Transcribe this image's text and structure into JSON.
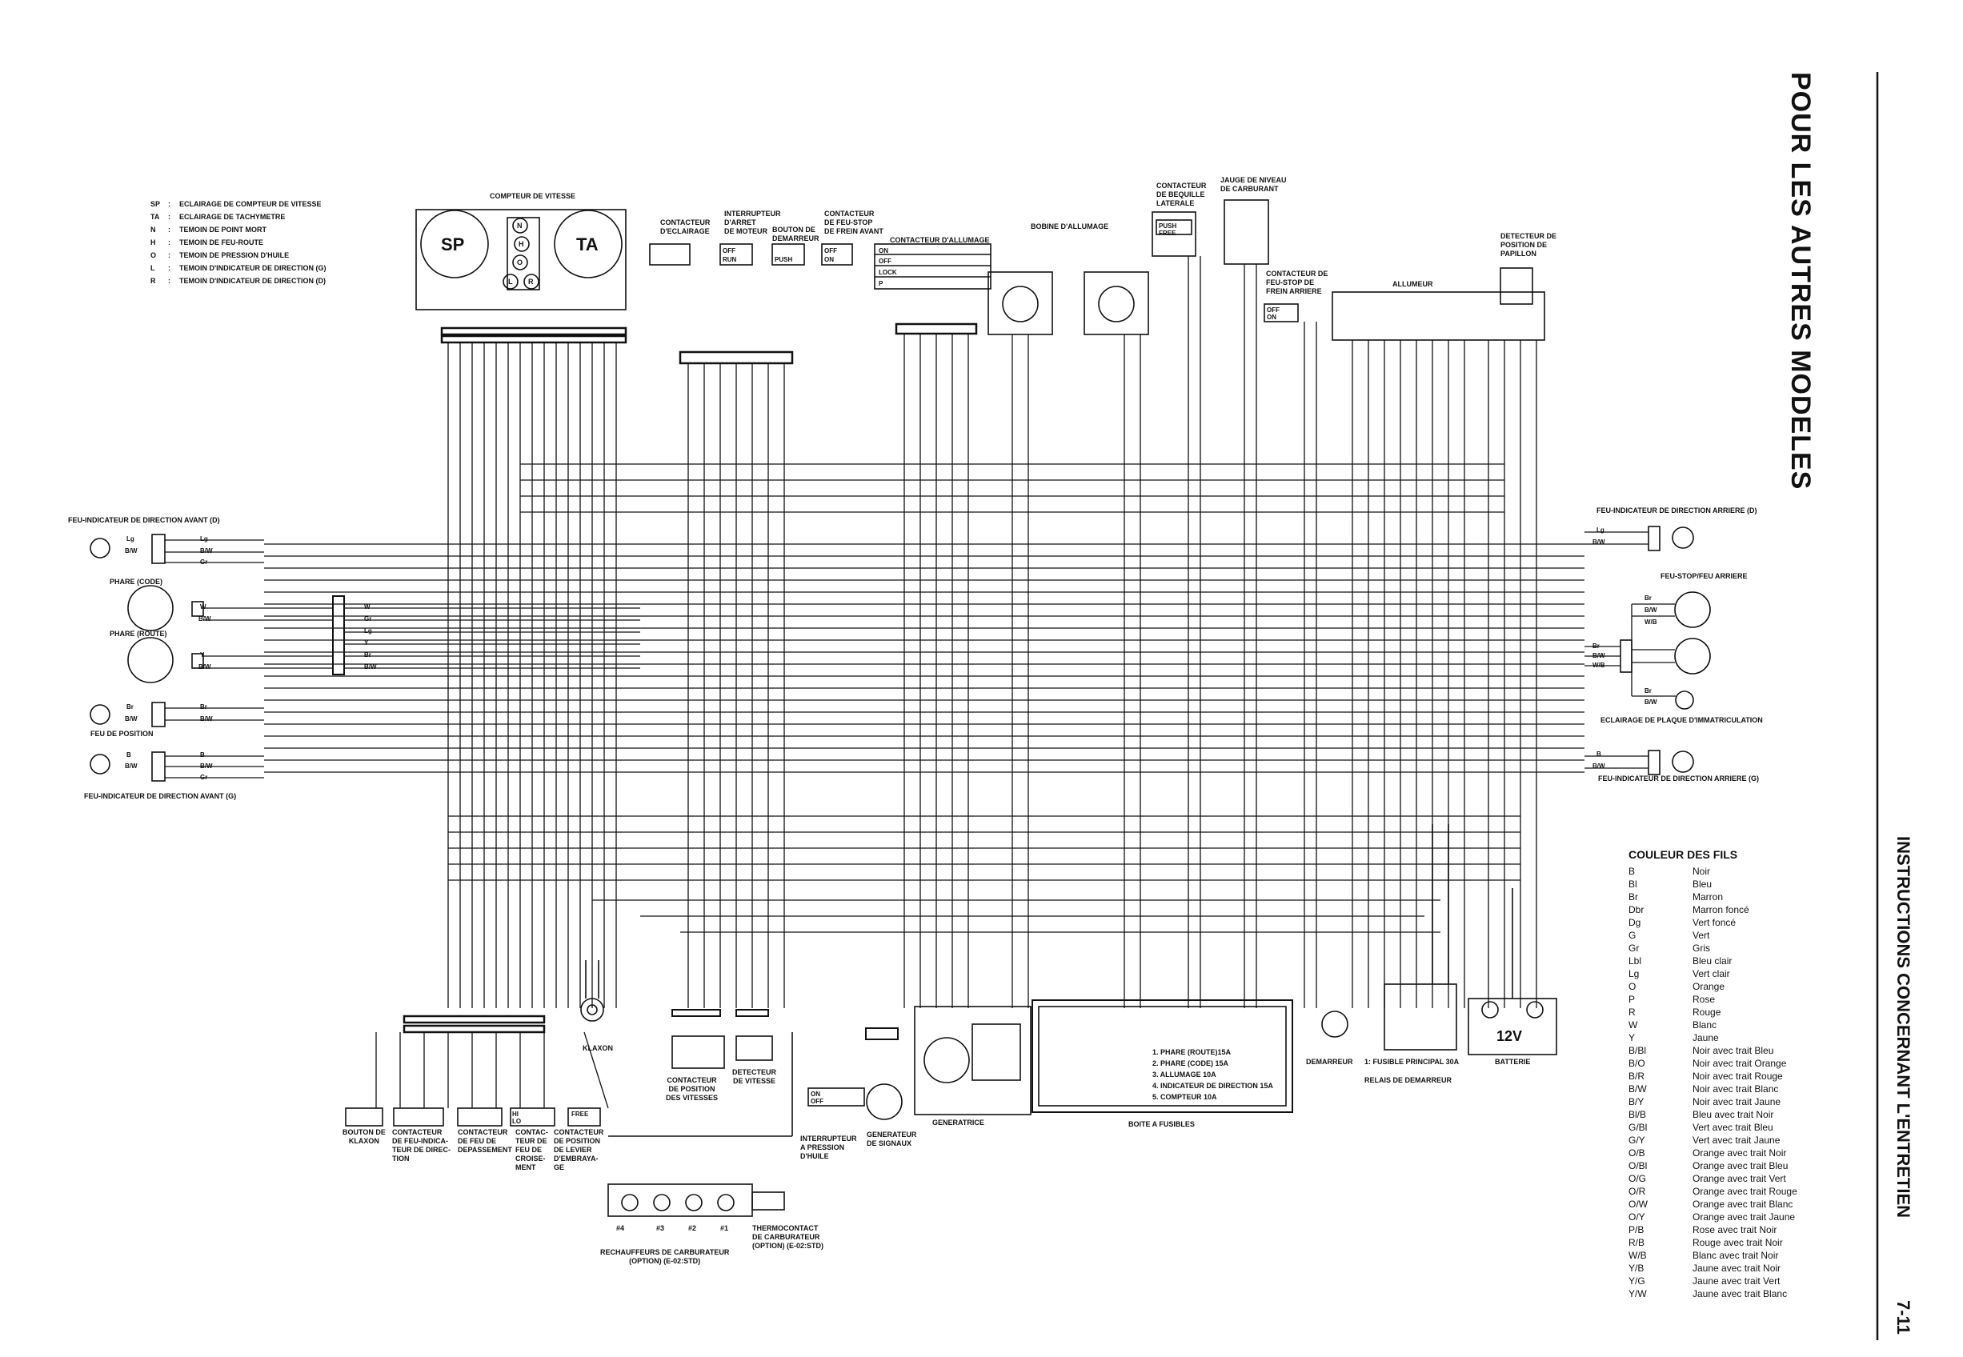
{
  "page_title": "POUR LES AUTRES MODELES",
  "side_title": "INSTRUCTIONS CONCERNANT L'ENTRETIEN",
  "page_number": "7-11",
  "abbrev_legend": [
    {
      "code": "SP",
      "sep": ":",
      "text": "ECLAIRAGE DE COMPTEUR DE VITESSE"
    },
    {
      "code": "TA",
      "sep": ":",
      "text": "ECLAIRAGE DE TACHYMETRE"
    },
    {
      "code": "N",
      "sep": ":",
      "text": "TEMOIN DE POINT MORT"
    },
    {
      "code": "H",
      "sep": ":",
      "text": "TEMOIN DE FEU-ROUTE"
    },
    {
      "code": "O",
      "sep": ":",
      "text": "TEMOIN DE PRESSION D'HUILE"
    },
    {
      "code": "L",
      "sep": ":",
      "text": "TEMOIN D'INDICATEUR DE DIRECTION (G)"
    },
    {
      "code": "R",
      "sep": ":",
      "text": "TEMOIN D'INDICATEUR DE DIRECTION (D)"
    }
  ],
  "components": {
    "meter": "COMPTEUR DE VITESSE",
    "sp": "SP",
    "ta": "TA",
    "lamp_n": "N",
    "lamp_h": "H",
    "lamp_o": "O",
    "lamp_l": "L",
    "lamp_r": "R",
    "contacteur_eclairage": "CONTACTEUR\nD'ECLAIRAGE",
    "interrupteur_arret": "INTERRUPTEUR\nD'ARRET\nDE MOTEUR",
    "bouton_demarreur": "BOUTON DE\nDEMARREUR",
    "contacteur_feu_stop_avant": "CONTACTEUR\nDE FEU-STOP\nDE FREIN AVANT",
    "contacteur_allumage": "CONTACTEUR D'ALLUMAGE",
    "bobine_allumage": "BOBINE D'ALLUMAGE",
    "contacteur_bequille": "CONTACTEUR\nDE BEQUILLE\nLATERALE",
    "jauge_carburant": "JAUGE DE NIVEAU\nDE CARBURANT",
    "contacteur_feu_stop_arriere": "CONTACTEUR DE\nFEU-STOP DE\nFREIN ARRIERE",
    "allumeur": "ALLUMEUR",
    "detecteur_papillon": "DETECTEUR DE\nPOSITION DE\nPAPILLON",
    "feu_ind_avant_d": "FEU-INDICATEUR DE DIRECTION AVANT (D)",
    "phare_code": "PHARE (CODE)",
    "phare_route": "PHARE (ROUTE)",
    "feu_position": "FEU DE POSITION",
    "feu_ind_avant_g": "FEU-INDICATEUR DE DIRECTION AVANT (G)",
    "feu_ind_arriere_d": "FEU-INDICATEUR DE DIRECTION ARRIERE (D)",
    "feu_stop_arriere": "FEU-STOP/FEU ARRIERE",
    "eclairage_plaque": "ECLAIRAGE DE PLAQUE D'IMMATRICULATION",
    "feu_ind_arriere_g": "FEU-INDICATEUR DE DIRECTION ARRIERE (G)",
    "klaxon": "KLAXON",
    "contacteur_position_vitesses": "CONTACTEUR\nDE POSITION\nDES VITESSES",
    "detecteur_vitesse": "DETECTEUR\nDE VITESSE",
    "interrupteur_pression_huile": "INTERRUPTEUR\nA PRESSION\nD'HUILE",
    "generateur_signaux": "GENERATEUR\nDE SIGNAUX",
    "generatrice": "GENERATRICE",
    "boite_fusibles": "BOITE A FUSIBLES",
    "fuses": [
      "1. PHARE (ROUTE)15A",
      "2. PHARE (CODE) 15A",
      "3. ALLUMAGE    10A",
      "4. INDICATEUR DE DIRECTION 15A",
      "5. COMPTEUR    10A"
    ],
    "demarreur": "DEMARREUR",
    "fusible_principal": "1: FUSIBLE PRINCIPAL 30A",
    "relais_demarreur": "RELAIS DE DEMARREUR",
    "batterie": "BATTERIE",
    "battery_voltage": "12V",
    "bouton_klaxon": "BOUTON DE\nKLAXON",
    "contacteur_feu_indicateur": "CONTACTEUR\nDE FEU-INDICA-\nTEUR DE DIREC-\nTION",
    "contacteur_depassement": "CONTACTEUR\nDE FEU DE\nDEPASSEMENT",
    "contacteur_croisement": "CONTAC-\nTEUR DE\nFEU DE\nCROISE-\nMENT",
    "contacteur_embrayage": "CONTACTEUR\nDE POSITION\nDE LEVIER\nD'EMBRAYA-\nGE",
    "rechauffeurs": "RECHAUFFEURS DE CARBURATEUR\n(OPTION) (E-02:STD)",
    "thermocontact": "THERMOCONTACT\nDE CARBURATEUR\n(OPTION) (E-02:STD)",
    "rechauffeur_numbers": [
      "#4",
      "#3",
      "#2",
      "#1"
    ]
  },
  "switch_states": {
    "on": "ON",
    "off": "OFF",
    "run": "RUN",
    "push": "PUSH",
    "free": "FREE",
    "lock": "LOCK",
    "p": "P",
    "hi": "HI",
    "lo": "LO",
    "l": "L",
    "r": "R"
  },
  "wire_colours_title": "COULEUR DES FILS",
  "wire_colours": [
    {
      "code": "B",
      "name": "Noir"
    },
    {
      "code": "Bl",
      "name": "Bleu"
    },
    {
      "code": "Br",
      "name": "Marron"
    },
    {
      "code": "Dbr",
      "name": "Marron foncé"
    },
    {
      "code": "Dg",
      "name": "Vert foncé"
    },
    {
      "code": "G",
      "name": "Vert"
    },
    {
      "code": "Gr",
      "name": "Gris"
    },
    {
      "code": "Lbl",
      "name": "Bleu clair"
    },
    {
      "code": "Lg",
      "name": "Vert clair"
    },
    {
      "code": "O",
      "name": "Orange"
    },
    {
      "code": "P",
      "name": "Rose"
    },
    {
      "code": "R",
      "name": "Rouge"
    },
    {
      "code": "W",
      "name": "Blanc"
    },
    {
      "code": "Y",
      "name": "Jaune"
    },
    {
      "code": "B/Bl",
      "name": "Noir avec trait Bleu"
    },
    {
      "code": "B/O",
      "name": "Noir avec trait Orange"
    },
    {
      "code": "B/R",
      "name": "Noir avec trait Rouge"
    },
    {
      "code": "B/W",
      "name": "Noir avec trait Blanc"
    },
    {
      "code": "B/Y",
      "name": "Noir avec trait Jaune"
    },
    {
      "code": "Bl/B",
      "name": "Bleu avec trait Noir"
    },
    {
      "code": "G/Bl",
      "name": "Vert avec trait Bleu"
    },
    {
      "code": "G/Y",
      "name": "Vert avec trait Jaune"
    },
    {
      "code": "O/B",
      "name": "Orange avec trait Noir"
    },
    {
      "code": "O/Bl",
      "name": "Orange avec trait Bleu"
    },
    {
      "code": "O/G",
      "name": "Orange avec trait Vert"
    },
    {
      "code": "O/R",
      "name": "Orange avec trait Rouge"
    },
    {
      "code": "O/W",
      "name": "Orange avec trait Blanc"
    },
    {
      "code": "O/Y",
      "name": "Orange avec trait Jaune"
    },
    {
      "code": "P/B",
      "name": "Rose avec trait Noir"
    },
    {
      "code": "R/B",
      "name": "Rouge avec trait Noir"
    },
    {
      "code": "W/B",
      "name": "Blanc avec trait Noir"
    },
    {
      "code": "Y/B",
      "name": "Jaune avec trait Noir"
    },
    {
      "code": "Y/G",
      "name": "Jaune avec trait Vert"
    },
    {
      "code": "Y/W",
      "name": "Jaune avec trait Blanc"
    }
  ],
  "wire_labels": {
    "left_front_d": [
      "Lg",
      "B/W",
      "Lg",
      "B/W",
      "Gr"
    ],
    "headlight": [
      "W",
      "B/W",
      "Y",
      "B/W"
    ],
    "position": [
      "Br",
      "B/W",
      "Br",
      "B/W"
    ],
    "left_front_g": [
      "B",
      "B/W",
      "B",
      "B/W",
      "Gr"
    ],
    "harness_left": [
      "W",
      "Gr",
      "Lg",
      "Y",
      "Br",
      "B/W"
    ],
    "rear_d": [
      "Lg",
      "B/W"
    ],
    "rear_stop": [
      "Br",
      "B/W",
      "W/B",
      "Br",
      "B/W",
      "W/B",
      "Br",
      "B/W"
    ],
    "rear_g": [
      "B",
      "B/W"
    ]
  }
}
